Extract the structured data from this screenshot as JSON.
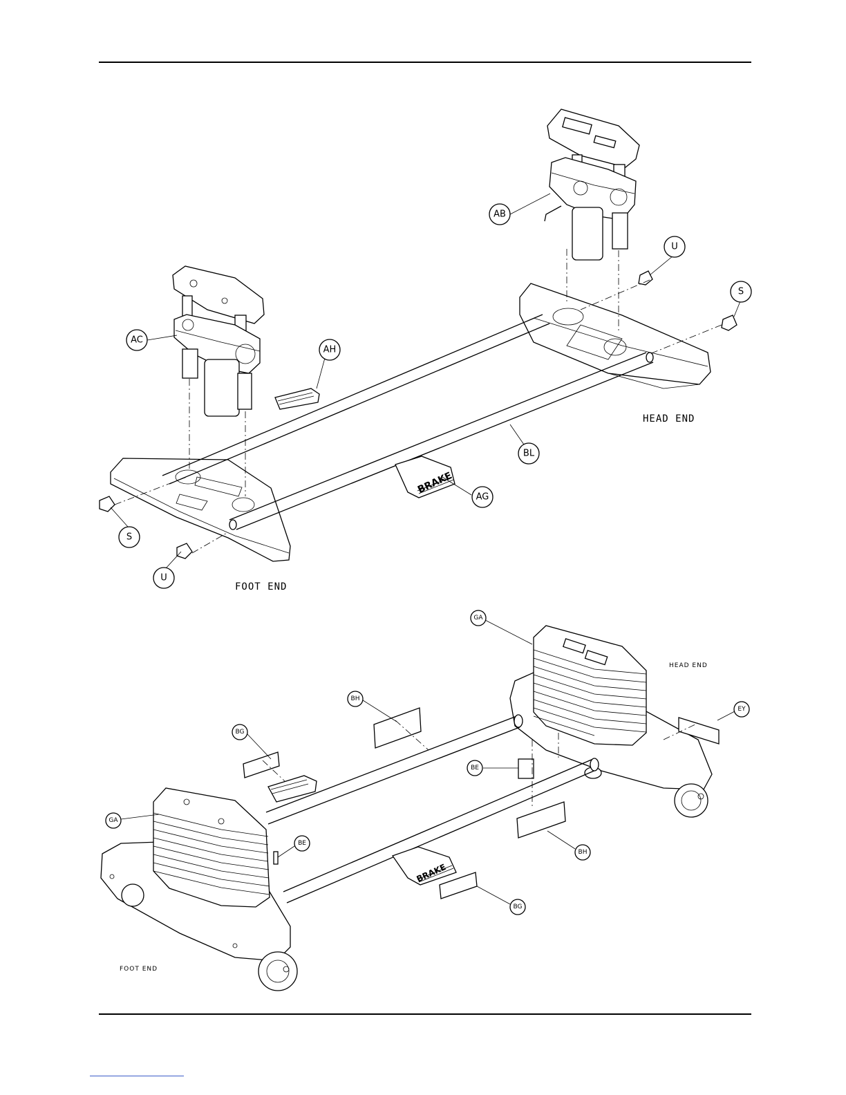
{
  "top_view": {
    "callouts": [
      "AB",
      "AC",
      "AH",
      "U",
      "S",
      "BL",
      "AG",
      "S",
      "U"
    ],
    "head_end_label": "HEAD END",
    "foot_end_label": "FOOT END",
    "brake_pedal_text": "BRAKE"
  },
  "bottom_view": {
    "callouts": [
      "GA",
      "BH",
      "BG",
      "BE",
      "EY",
      "GA",
      "BE",
      "BH",
      "BG"
    ],
    "head_end_label": "HEAD END",
    "foot_end_label": "FOOT END",
    "brake_pedal_text": "BRAKE"
  }
}
